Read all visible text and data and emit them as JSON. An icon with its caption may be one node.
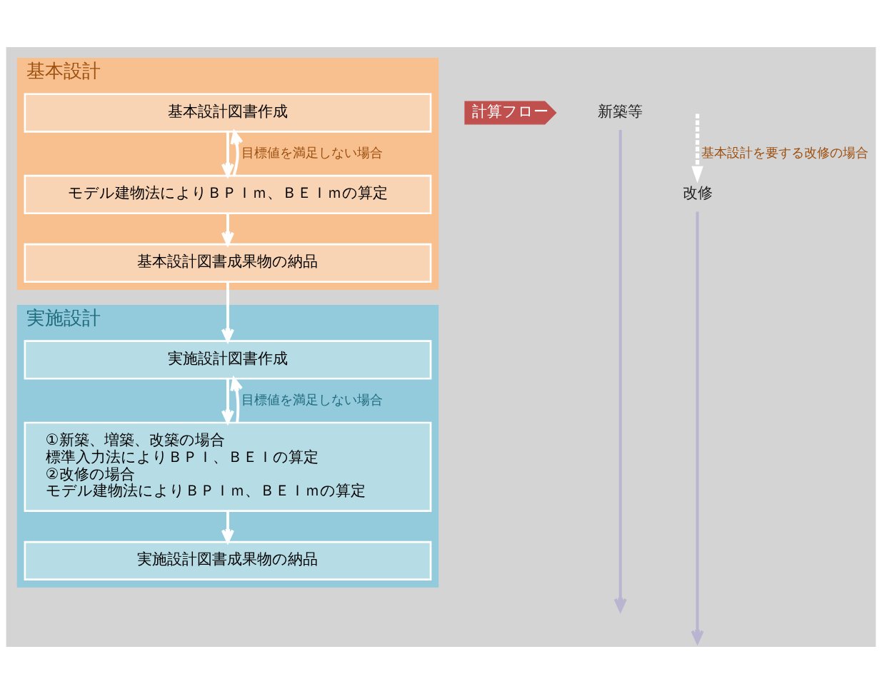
{
  "diagram": {
    "nodes": [
      {
        "text": [
          "基本設計"
        ]
      },
      {
        "text": [
          "基本設計図書作成"
        ],
        "in": 0
      },
      {
        "text": [
          "モデル建物法によりＢＰＩｍ、ＢＥＩｍの算定"
        ],
        "in": 0
      },
      {
        "text": [
          "基本設計図書成果物の納品"
        ],
        "in": 0
      },
      {
        "text": [
          "実施設計"
        ]
      },
      {
        "text": [
          "実施設計図書作成"
        ],
        "in": 4
      },
      {
        "text": [
          "①新築、増築、改築の場合",
          "標準入力法によりＢＰＩ、ＢＥＩの算定",
          "②改修の場合",
          "モデル建物法によりＢＰＩｍ、ＢＥＩｍの算定"
        ],
        "in": 4
      },
      {
        "text": [
          "実施設計図書成果物の納品"
        ],
        "in": 4
      },
      {
        "text": [
          "計算フロー"
        ]
      },
      {
        "text": [
          "新築等"
        ]
      },
      {
        "text": [
          "改修"
        ]
      }
    ],
    "edges": [
      {
        "from": 1,
        "to": 2,
        "arrow": "to"
      },
      {
        "from": 2,
        "to": 3,
        "arrow": "to"
      },
      {
        "from": 3,
        "to": 5,
        "arrow": "to"
      },
      {
        "from": 5,
        "to": 6,
        "arrow": "to"
      },
      {
        "from": 6,
        "to": 7,
        "arrow": "to"
      },
      {
        "from": 2,
        "to": 1,
        "arrow": "to",
        "label": "目標値を満足しない場合"
      },
      {
        "from": 6,
        "to": 5,
        "arrow": "to",
        "label": "目標値を満足しない場合"
      },
      {
        "from": 9,
        "to": null,
        "arrow": "to",
        "color": "#b9b4d0"
      },
      {
        "from": 10,
        "to": null,
        "arrow": "to",
        "color": "#b9b4d0"
      },
      {
        "from": null,
        "to": 10,
        "arrow": "to",
        "style": "dashed",
        "label": "基本設計を要する改修の場合"
      }
    ]
  }
}
